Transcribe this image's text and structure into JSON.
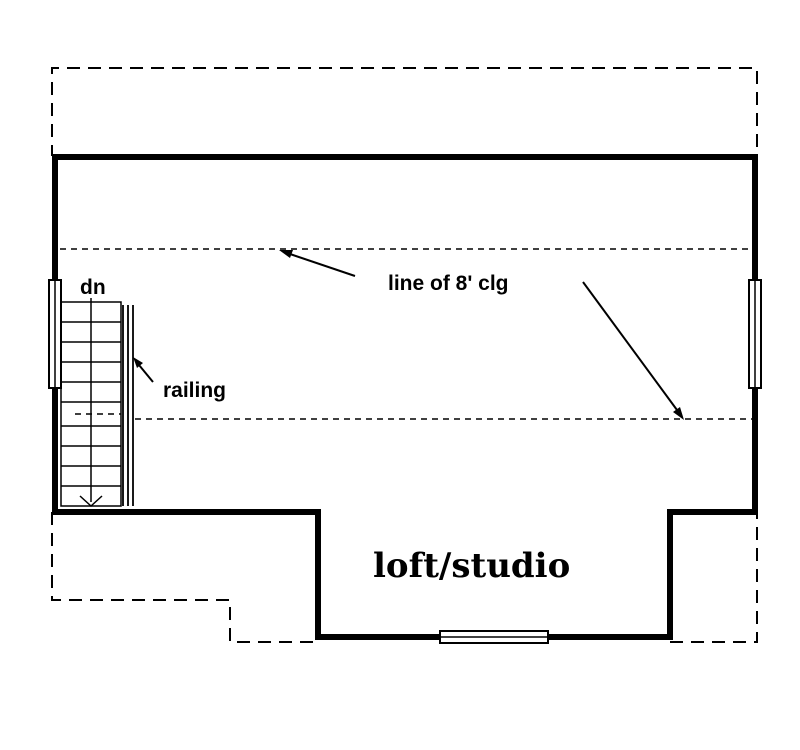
{
  "labels": {
    "stairs_direction": "dn",
    "ceiling_line": "line of 8' clg",
    "railing": "railing",
    "room_name": "loft/studio"
  },
  "colors": {
    "ink": "#000000",
    "paper": "#ffffff"
  }
}
